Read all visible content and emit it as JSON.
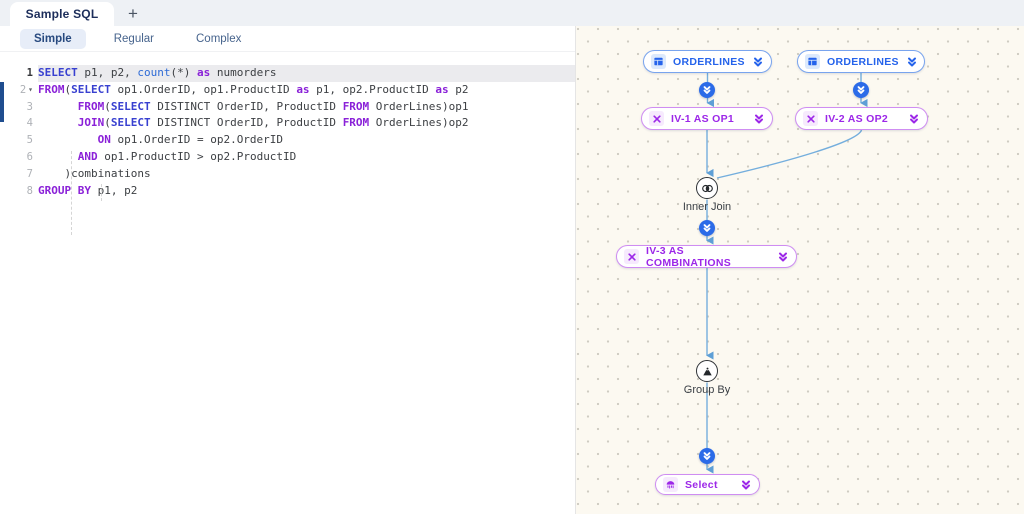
{
  "window": {
    "tab_title": "Sample SQL",
    "add_tab_label": "+"
  },
  "subtabs": {
    "items": [
      "Simple",
      "Regular",
      "Complex"
    ],
    "active": "Simple"
  },
  "editor": {
    "active_line": "1",
    "lines": [
      {
        "n": "1",
        "tokens": [
          [
            "kw1",
            "SELECT"
          ],
          [
            "pl",
            " p1, p2, "
          ],
          [
            "fn",
            "count"
          ],
          [
            "pl",
            "(*) "
          ],
          [
            "kw2",
            "as"
          ],
          [
            "pl",
            " numorders"
          ]
        ]
      },
      {
        "n": "2",
        "fold": true,
        "tokens": [
          [
            "kw2",
            "FROM"
          ],
          [
            "pl",
            "("
          ],
          [
            "kw1",
            "SELECT"
          ],
          [
            "pl",
            " op1.OrderID, op1.ProductID "
          ],
          [
            "kw2",
            "as"
          ],
          [
            "pl",
            " p1, op2.ProductID "
          ],
          [
            "kw2",
            "as"
          ],
          [
            "pl",
            " p2"
          ]
        ]
      },
      {
        "n": "3",
        "tokens": [
          [
            "pl",
            "      "
          ],
          [
            "kw2",
            "FROM"
          ],
          [
            "pl",
            "("
          ],
          [
            "kw1",
            "SELECT"
          ],
          [
            "pl",
            " DISTINCT OrderID, ProductID "
          ],
          [
            "kw2",
            "FROM"
          ],
          [
            "pl",
            " OrderLines)op1"
          ]
        ]
      },
      {
        "n": "4",
        "tokens": [
          [
            "pl",
            "      "
          ],
          [
            "kw2",
            "JOIN"
          ],
          [
            "pl",
            "("
          ],
          [
            "kw1",
            "SELECT"
          ],
          [
            "pl",
            " DISTINCT OrderID, ProductID "
          ],
          [
            "kw2",
            "FROM"
          ],
          [
            "pl",
            " OrderLines)op2"
          ]
        ]
      },
      {
        "n": "5",
        "tokens": [
          [
            "pl",
            "         "
          ],
          [
            "kw2",
            "ON"
          ],
          [
            "pl",
            " op1.OrderID = op2.OrderID"
          ]
        ]
      },
      {
        "n": "6",
        "tokens": [
          [
            "pl",
            "      "
          ],
          [
            "kw2",
            "AND"
          ],
          [
            "pl",
            " op1.ProductID > op2.ProductID"
          ]
        ]
      },
      {
        "n": "7",
        "tokens": [
          [
            "pl",
            "    )combinations"
          ]
        ]
      },
      {
        "n": "8",
        "tokens": [
          [
            "kw2",
            "GROUP BY"
          ],
          [
            "pl",
            " p1, p2"
          ]
        ]
      }
    ]
  },
  "diagram": {
    "nodes": {
      "orderlines_1": "ORDERLINES",
      "orderlines_2": "ORDERLINES",
      "iv1": "IV-1 AS OP1",
      "iv2": "IV-2 AS OP2",
      "inner_join": "Inner Join",
      "iv3": "IV-3 AS COMBINATIONS",
      "group_by": "Group By",
      "select": "Select"
    }
  },
  "colors": {
    "accent_blue": "#2563eb",
    "accent_purple": "#9c27e8",
    "edge_blue": "#74aedd",
    "canvas_cream": "#fcf9f1",
    "keyword_blue": "#3840d0",
    "keyword_purple": "#8a21d8"
  }
}
